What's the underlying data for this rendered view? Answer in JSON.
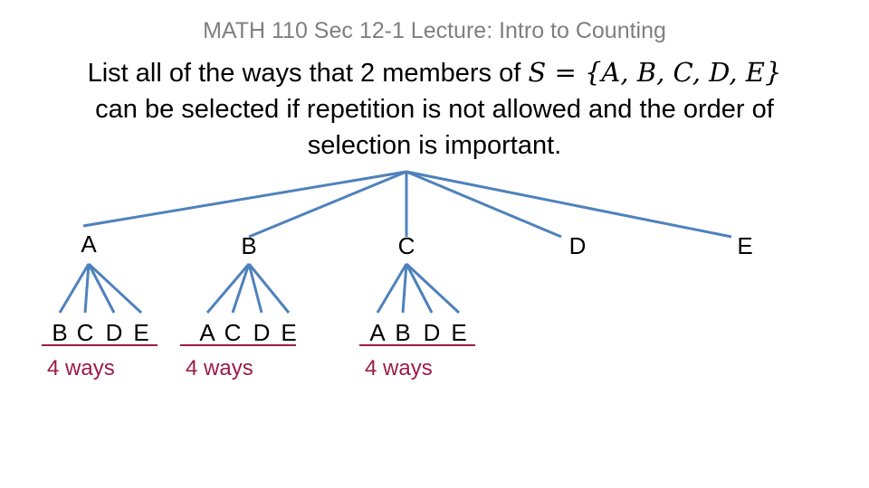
{
  "header": {
    "title": "MATH 110 Sec 12-1 Lecture: Intro to Counting"
  },
  "question": {
    "line1_text": "List all of the ways that 2 members of ",
    "set_math": "S = {A, B, C, D, E}",
    "line2": "can be selected if repetition is not allowed and the order of",
    "line3": "selection is important."
  },
  "tree": {
    "line_color": "#4f81bd",
    "underline_color": "#9b1b4a",
    "first_level": [
      "A",
      "B",
      "C",
      "D",
      "E"
    ],
    "groups": [
      {
        "parent": "A",
        "children": [
          "B",
          "C",
          "D",
          "E"
        ],
        "ways_label": "4 ways"
      },
      {
        "parent": "B",
        "children": [
          "A",
          "C",
          "D",
          "E"
        ],
        "ways_label": "4 ways"
      },
      {
        "parent": "C",
        "children": [
          "A",
          "B",
          "D",
          "E"
        ],
        "ways_label": "4 ways"
      }
    ]
  }
}
